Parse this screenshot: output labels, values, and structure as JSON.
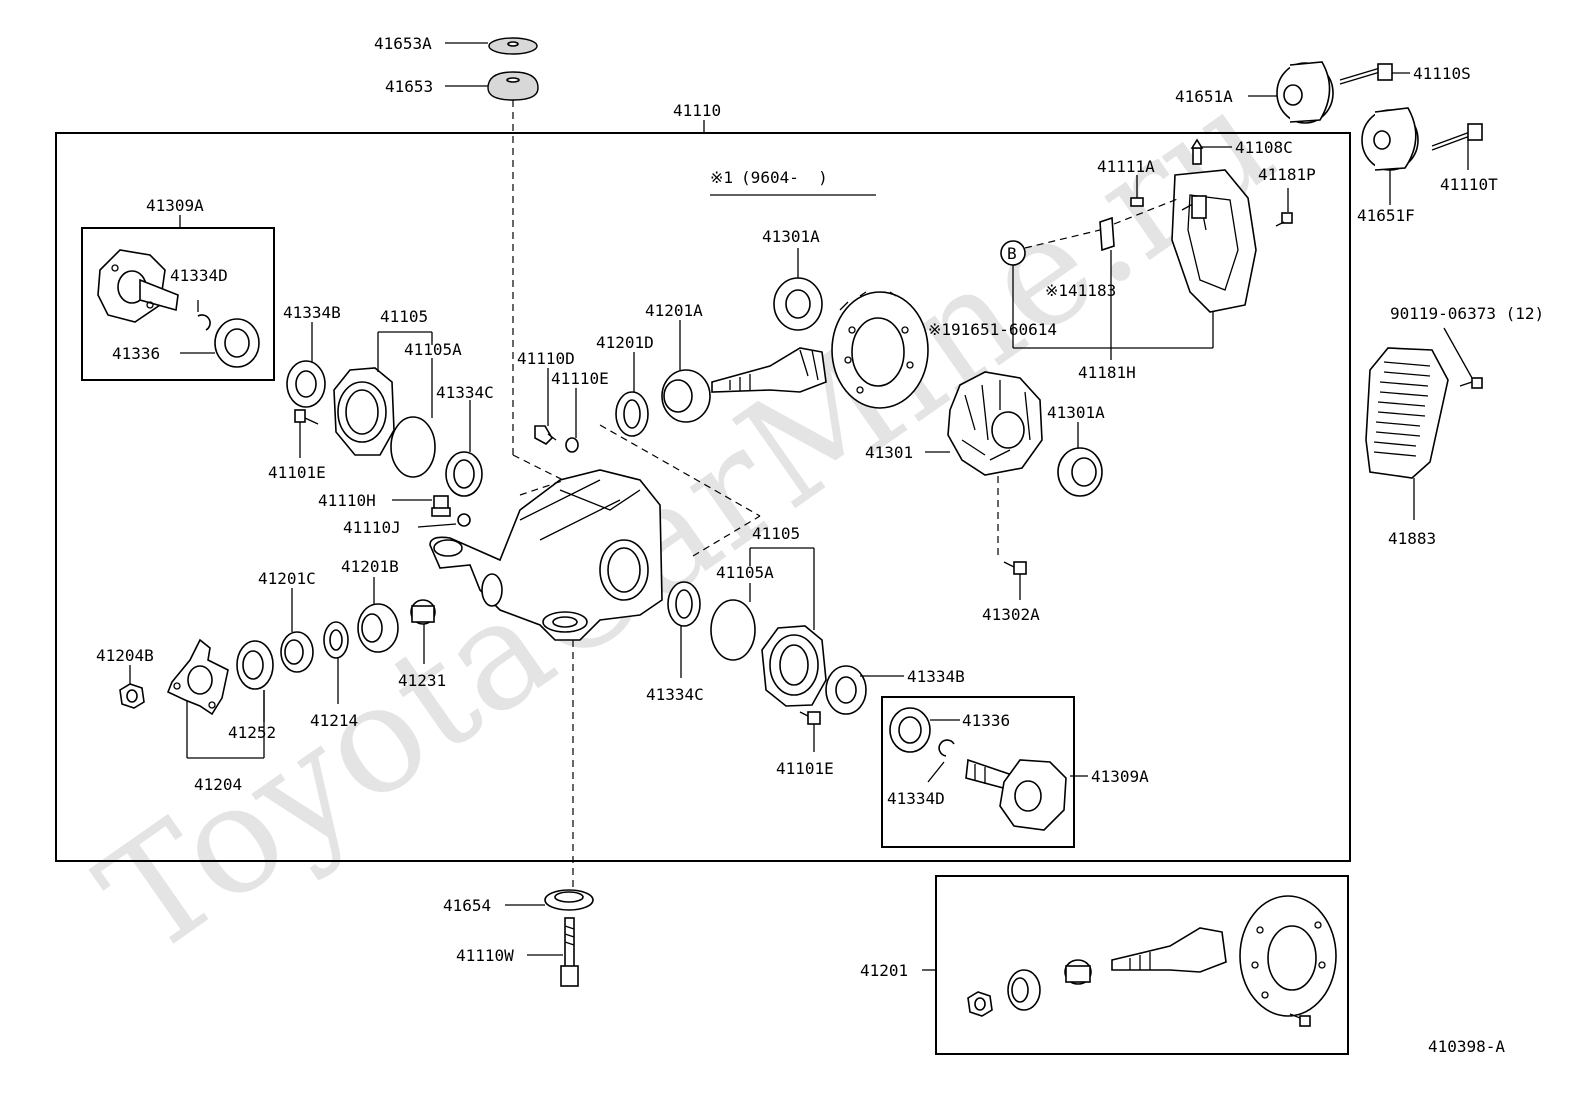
{
  "watermark": "ToyotaCarMine.ru",
  "diagram_code": "410398-A",
  "note": {
    "symbol": "※1",
    "text": "(9604-  )"
  },
  "callout_b": "B",
  "labels": {
    "l41653A": "41653A",
    "l41653": "41653",
    "l41110": "41110",
    "l41651A": "41651A",
    "l41110S": "41110S",
    "l41108C": "41108C",
    "l41111A": "41111A",
    "l41181P": "41181P",
    "l41110T": "41110T",
    "l41651F": "41651F",
    "l41309A_top": "41309A",
    "l41334D_top": "41334D",
    "l41336_top": "41336",
    "l41334B_left": "41334B",
    "l41105_top": "41105",
    "l41105A_top": "41105A",
    "l41334C_top": "41334C",
    "l41101E_left": "41101E",
    "l41301A_top": "41301A",
    "l41201A": "41201A",
    "l41201D": "41201D",
    "l41110D": "41110D",
    "l41110E": "41110E",
    "l41183": "※141183",
    "l91651": "※191651-60614",
    "l41181H": "41181H",
    "l90119": "90119-06373 (12)",
    "l41301A_right": "41301A",
    "l41301": "41301",
    "l41110H": "41110H",
    "l41110J": "41110J",
    "l41883": "41883",
    "l41105_bottom": "41105",
    "l41105A_bottom": "41105A",
    "l41201C": "41201C",
    "l41201B": "41201B",
    "l41204B": "41204B",
    "l41231": "41231",
    "l41302A": "41302A",
    "l41334B_right": "41334B",
    "l41334C_bottom": "41334C",
    "l41252": "41252",
    "l41214": "41214",
    "l41204": "41204",
    "l41336_bottom": "41336",
    "l41101E_bottom": "41101E",
    "l41309A_bottom": "41309A",
    "l41334D_bottom": "41334D",
    "l41654": "41654",
    "l41110W": "41110W",
    "l41201": "41201"
  }
}
